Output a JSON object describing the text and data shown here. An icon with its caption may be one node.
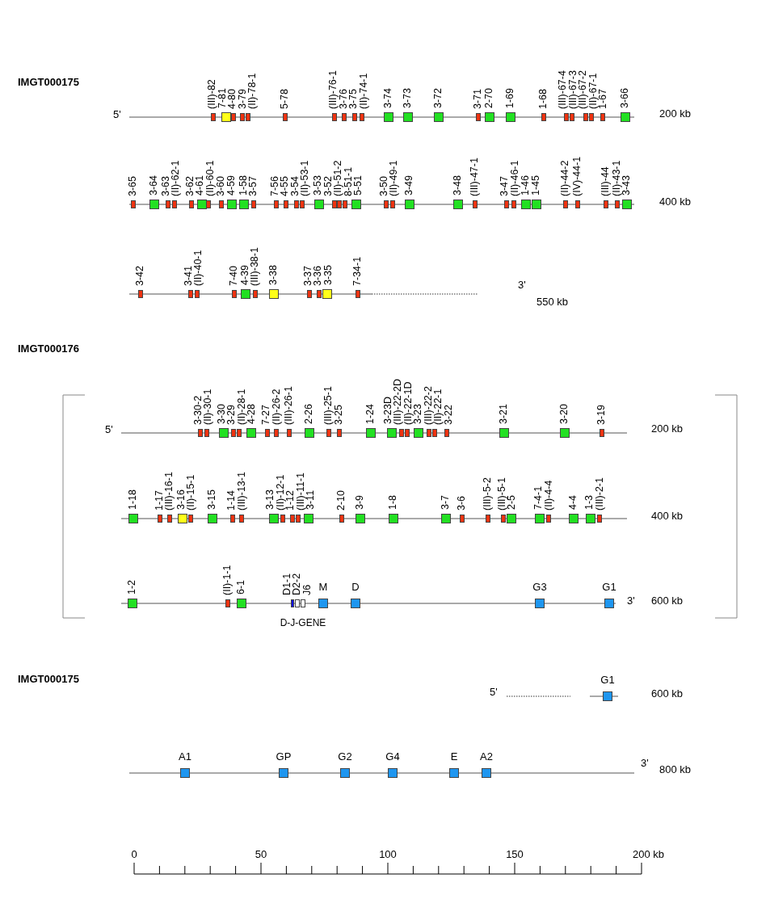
{
  "diagram": {
    "nodes": [
      {
        "text": [
          "(III)-82"
        ]
      },
      {
        "text": [
          "7-81"
        ]
      },
      {
        "text": [
          "4-80"
        ]
      },
      {
        "text": [
          "3-79"
        ]
      },
      {
        "text": [
          "(II)-78-1"
        ]
      },
      {
        "text": [
          "5-78"
        ]
      },
      {
        "text": [
          "(III)-76-1"
        ]
      },
      {
        "text": [
          "3-76"
        ]
      },
      {
        "text": [
          "3-75"
        ]
      },
      {
        "text": [
          "(II)-74-1"
        ]
      },
      {
        "text": [
          "3-74"
        ]
      },
      {
        "text": [
          "3-73"
        ]
      },
      {
        "text": [
          "3-72"
        ]
      },
      {
        "text": [
          "3-71"
        ]
      },
      {
        "text": [
          "2-70"
        ]
      },
      {
        "text": [
          "1-69"
        ]
      },
      {
        "text": [
          "1-68"
        ]
      },
      {
        "text": [
          "(III)-67-4"
        ]
      },
      {
        "text": [
          "(III)-67-3"
        ]
      },
      {
        "text": [
          "(III)-67-2"
        ]
      },
      {
        "text": [
          "(II)-67-1"
        ]
      },
      {
        "text": [
          "1-67"
        ]
      },
      {
        "text": [
          "3-66"
        ]
      },
      {
        "text": [
          "3-65"
        ]
      },
      {
        "text": [
          "3-64"
        ]
      },
      {
        "text": [
          "3-63"
        ]
      },
      {
        "text": [
          "(II)-62-1"
        ]
      },
      {
        "text": [
          "3-62"
        ]
      },
      {
        "text": [
          "4-61"
        ]
      },
      {
        "text": [
          "(II)-60-1"
        ]
      },
      {
        "text": [
          "3-60"
        ]
      },
      {
        "text": [
          "4-59"
        ]
      },
      {
        "text": [
          "1-58"
        ]
      },
      {
        "text": [
          "3-57"
        ]
      },
      {
        "text": [
          "7-56"
        ]
      },
      {
        "text": [
          "4-55"
        ]
      },
      {
        "text": [
          "3-54"
        ]
      },
      {
        "text": [
          "(II)-53-1"
        ]
      },
      {
        "text": [
          "3-53"
        ]
      },
      {
        "text": [
          "3-52"
        ]
      },
      {
        "text": [
          "(II)-51-2"
        ]
      },
      {
        "text": [
          "8-51-1"
        ]
      },
      {
        "text": [
          "5-51"
        ]
      },
      {
        "text": [
          "3-50"
        ]
      },
      {
        "text": [
          "(II)-49-1"
        ]
      },
      {
        "text": [
          "3-49"
        ]
      },
      {
        "text": [
          "3-48"
        ]
      },
      {
        "text": [
          "(III)-47-1"
        ]
      },
      {
        "text": [
          "3-47"
        ]
      },
      {
        "text": [
          "(II)-46-1"
        ]
      },
      {
        "text": [
          "1-46"
        ]
      },
      {
        "text": [
          "1-45"
        ]
      },
      {
        "text": [
          "(II)-44-2"
        ]
      },
      {
        "text": [
          "(IV)-44-1"
        ]
      },
      {
        "text": [
          "(III)-44"
        ]
      },
      {
        "text": [
          "(II)-43-1"
        ]
      },
      {
        "text": [
          "3-43"
        ]
      },
      {
        "text": [
          "3-42"
        ]
      },
      {
        "text": [
          "3-41"
        ]
      },
      {
        "text": [
          "(II)-40-1"
        ]
      },
      {
        "text": [
          "7-40"
        ]
      },
      {
        "text": [
          "4-39"
        ]
      },
      {
        "text": [
          "(III)-38-1"
        ]
      },
      {
        "text": [
          "3-38"
        ]
      },
      {
        "text": [
          "3-37"
        ]
      },
      {
        "text": [
          "3-36"
        ]
      },
      {
        "text": [
          "3-35"
        ]
      },
      {
        "text": [
          "7-34-1"
        ]
      },
      {
        "text": [
          "3-30-2"
        ]
      },
      {
        "text": [
          "(II)-30-1"
        ]
      },
      {
        "text": [
          "3-30"
        ]
      },
      {
        "text": [
          "3-29"
        ]
      },
      {
        "text": [
          "(II)-28-1"
        ]
      },
      {
        "text": [
          "4-28"
        ]
      },
      {
        "text": [
          "7-27"
        ]
      },
      {
        "text": [
          "(II)-26-2"
        ]
      },
      {
        "text": [
          "(III)-26-1"
        ]
      },
      {
        "text": [
          "2-26"
        ]
      },
      {
        "text": [
          "(III)-25-1"
        ]
      },
      {
        "text": [
          "3-25"
        ]
      },
      {
        "text": [
          "1-24"
        ]
      },
      {
        "text": [
          "3-23D"
        ]
      },
      {
        "text": [
          "(III)-22-2D"
        ]
      },
      {
        "text": [
          "(II)-22-1D"
        ]
      },
      {
        "text": [
          "3-23"
        ]
      },
      {
        "text": [
          "(III)-22-2"
        ]
      },
      {
        "text": [
          "(II)-22-1"
        ]
      },
      {
        "text": [
          "3-22"
        ]
      },
      {
        "text": [
          "3-21"
        ]
      },
      {
        "text": [
          "3-20"
        ]
      },
      {
        "text": [
          "3-19"
        ]
      },
      {
        "text": [
          "1-18"
        ]
      },
      {
        "text": [
          "1-17"
        ]
      },
      {
        "text": [
          "(III)-16-1"
        ]
      },
      {
        "text": [
          "3-16"
        ]
      },
      {
        "text": [
          "(II)-15-1"
        ]
      },
      {
        "text": [
          "3-15"
        ]
      },
      {
        "text": [
          "1-14"
        ]
      },
      {
        "text": [
          "(III)-13-1"
        ]
      },
      {
        "text": [
          "3-13"
        ]
      },
      {
        "text": [
          "(II)-12-1"
        ]
      },
      {
        "text": [
          "1-12"
        ]
      },
      {
        "text": [
          "(III)-11-1"
        ]
      },
      {
        "text": [
          "3-11"
        ]
      },
      {
        "text": [
          "2-10"
        ]
      },
      {
        "text": [
          "3-9"
        ]
      },
      {
        "text": [
          "1-8"
        ]
      },
      {
        "text": [
          "3-7"
        ]
      },
      {
        "text": [
          "3-6"
        ]
      },
      {
        "text": [
          "(III)-5-2"
        ]
      },
      {
        "text": [
          "(III)-5-1"
        ]
      },
      {
        "text": [
          "2-5"
        ]
      },
      {
        "text": [
          "7-4-1"
        ]
      },
      {
        "text": [
          "(II)-4-4"
        ]
      },
      {
        "text": [
          "4-4"
        ]
      },
      {
        "text": [
          "1-3"
        ]
      },
      {
        "text": [
          "(III)-2-1"
        ]
      },
      {
        "text": [
          "1-2"
        ]
      },
      {
        "text": [
          "(II)-1-1"
        ]
      },
      {
        "text": [
          "6-1"
        ]
      },
      {
        "text": [
          "D1-1"
        ]
      },
      {
        "text": [
          "D2-2"
        ]
      },
      {
        "text": [
          "J6"
        ]
      },
      {
        "text": [
          "M"
        ]
      },
      {
        "text": [
          "D"
        ]
      },
      {
        "text": [
          "G3"
        ]
      },
      {
        "text": [
          "G1"
        ]
      },
      {
        "text": [
          "G1"
        ]
      },
      {
        "text": [
          "A1"
        ]
      },
      {
        "text": [
          "GP"
        ]
      },
      {
        "text": [
          "G2"
        ]
      },
      {
        "text": [
          "G4"
        ]
      },
      {
        "text": [
          "E"
        ]
      },
      {
        "text": [
          "A2"
        ]
      }
    ],
    "labels": [
      "IMGT000175",
      "5'",
      "200 kb",
      "400 kb",
      "3'",
      "550 kb",
      "IMGT000176",
      "5'",
      "200 kb",
      "400 kb",
      "3'",
      "600 kb",
      "D-J-GENE",
      "IMGT000175",
      "5'",
      "600 kb",
      "3'",
      "800 kb",
      "0",
      "50",
      "100",
      "150",
      "200 kb"
    ]
  }
}
